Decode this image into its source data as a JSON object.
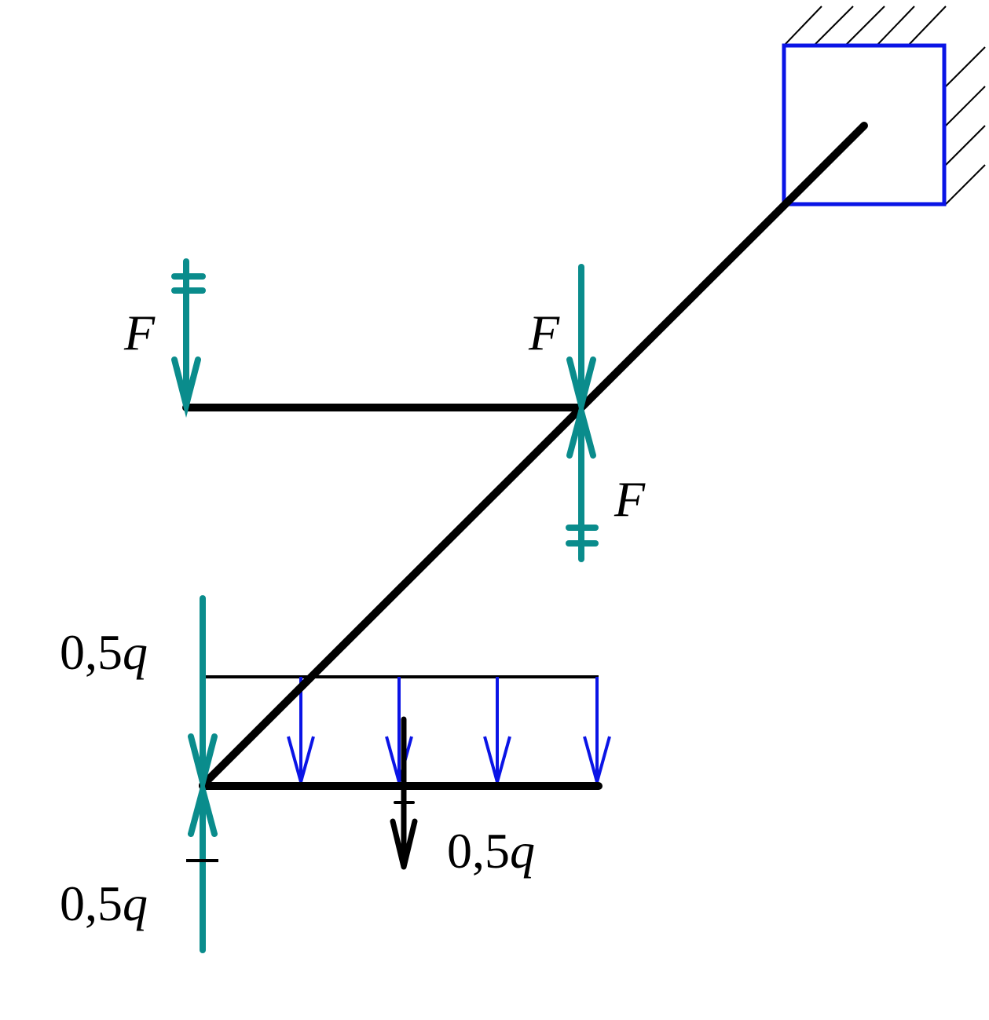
{
  "labels": {
    "force_left": "F",
    "force_mid_top": "F",
    "force_mid_bottom": "F",
    "load_left_top_num": "0,5",
    "load_left_top_var": "q",
    "load_left_bottom_num": "0,5",
    "load_left_bottom_var": "q",
    "resultant_num": "0,5",
    "resultant_var": "q"
  },
  "colors": {
    "beam": "#000000",
    "support": "#0a14e6",
    "force": "#0a8c8c",
    "distributed_load": "#0a14e6",
    "resultant": "#000000"
  }
}
